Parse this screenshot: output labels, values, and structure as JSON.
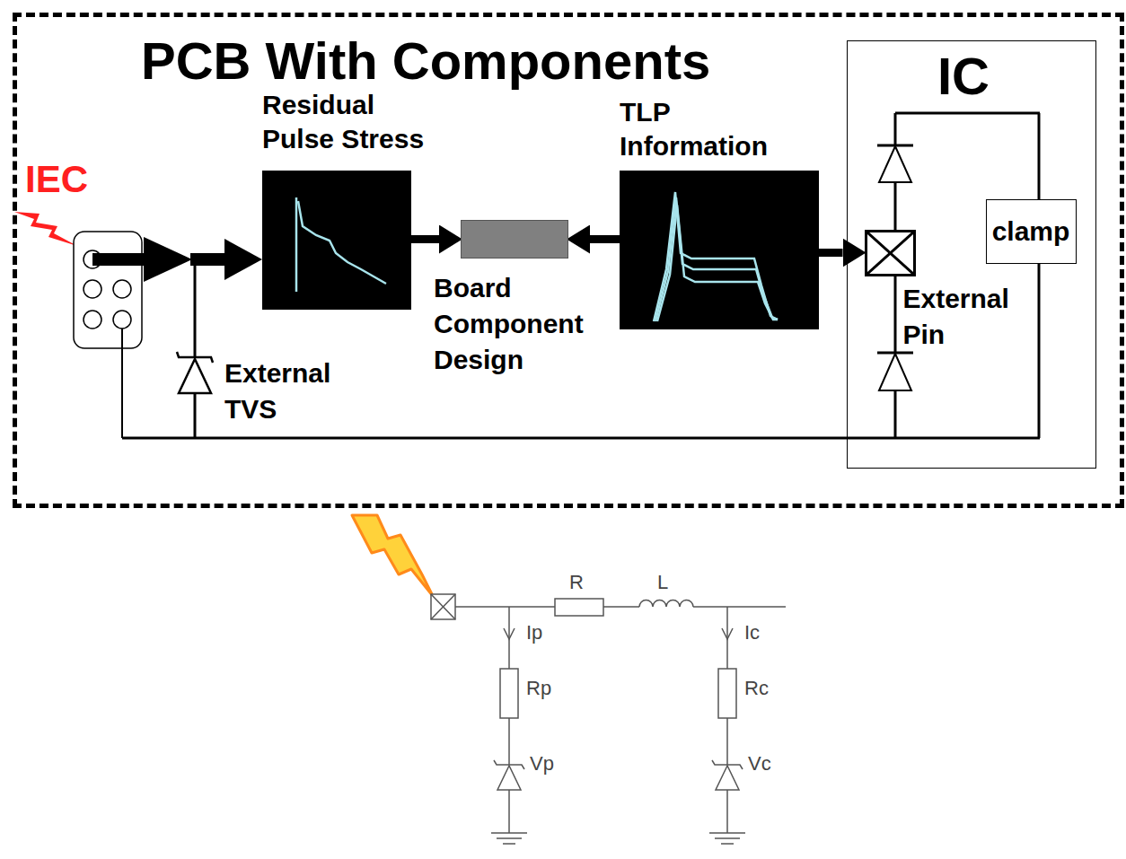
{
  "diagram": {
    "nodes": [
      {
        "text": [
          "PCB With Components"
        ]
      },
      {
        "text": [
          "Residual Pulse Stress"
        ],
        "in": 0
      },
      {
        "text": [
          "Board Component Design"
        ],
        "in": 0
      },
      {
        "text": [
          "TLP Information"
        ],
        "in": 0
      },
      {
        "text": [
          "IC"
        ],
        "in": 0
      },
      {
        "text": [
          "External Pin"
        ],
        "in": 4
      },
      {
        "text": [
          "clamp"
        ],
        "in": 4
      }
    ],
    "edges": [
      {
        "from": 1,
        "to": 2,
        "arrow": "to"
      },
      {
        "from": 3,
        "to": 2,
        "arrow": "to"
      },
      {
        "from": 3,
        "to": 5,
        "arrow": "to"
      }
    ],
    "labels": [
      "IEC",
      "External TVS",
      "R",
      "L",
      "Ip",
      "Rp",
      "Vp",
      "Ic",
      "Rc",
      "Vc"
    ]
  }
}
